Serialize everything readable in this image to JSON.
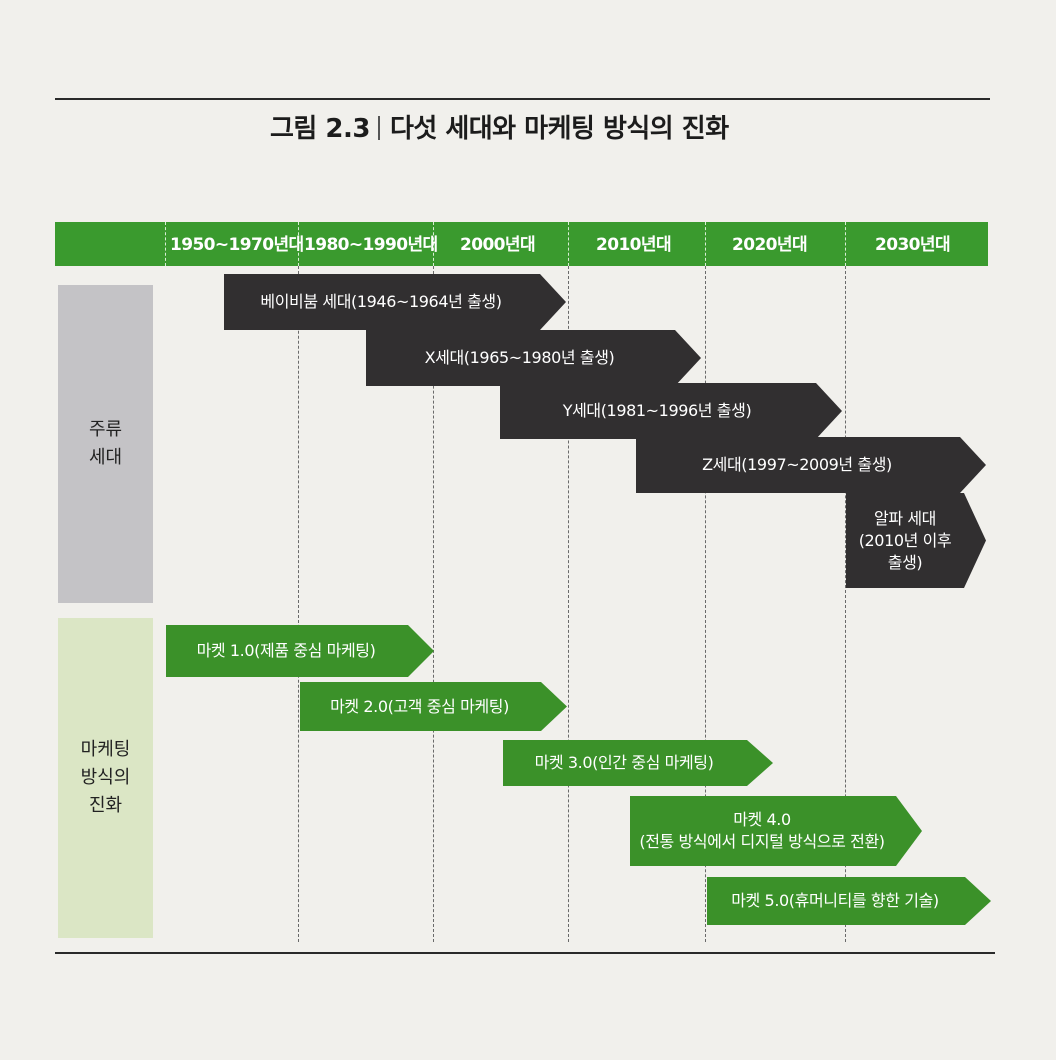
{
  "figure": {
    "label": "그림 2.3",
    "title": "다섯 세대와 마케팅 방식의 진화"
  },
  "timeline": {
    "periods": [
      "1950~1970년대",
      "1980~1990년대",
      "2000년대",
      "2010년대",
      "2020년대",
      "2030년대"
    ]
  },
  "sections": {
    "generations": "주류\n세대",
    "marketing": "마케팅\n방식의\n진화"
  },
  "generations": [
    "베이비붐 세대(1946~1964년 출생)",
    "X세대(1965~1980년 출생)",
    "Y세대(1981~1996년 출생)",
    "Z세대(1997~2009년 출생)",
    "알파 세대\n(2010년 이후\n출생)"
  ],
  "marketing": [
    "마켓 1.0(제품 중심 마케팅)",
    "마켓 2.0(고객 중심 마케팅)",
    "마켓 3.0(인간 중심 마케팅)",
    "마켓 4.0\n(전통 방식에서 디지털 방식으로 전환)",
    "마켓 5.0(휴머니티를 향한 기술)"
  ],
  "colors": {
    "timeline_band": "#3a9a2e",
    "generation_arrow": "#312f30",
    "marketing_arrow": "#3b9129",
    "generation_section": "#c4c3c6",
    "marketing_section": "#dbe6c5"
  }
}
